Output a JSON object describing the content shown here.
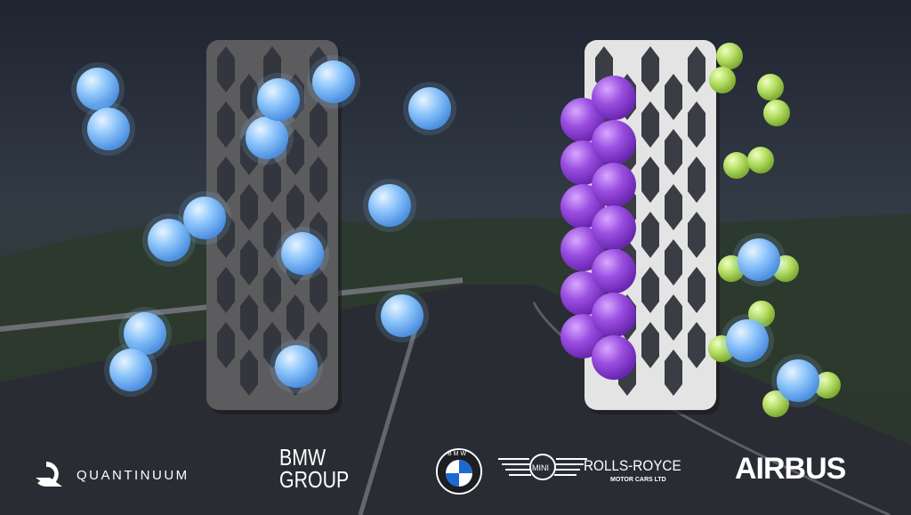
{
  "colors": {
    "sky": "#2b3340",
    "road": "#2a2c33",
    "blue_sphere": "#8ec6ff",
    "purple_sphere": "#9b4fe0",
    "green_sphere": "#b7e06a",
    "left_plate": "#5a5a5c",
    "right_plate": "#e6e6e6"
  },
  "logos": {
    "quantinuum": "QUANTINUUM",
    "bmw_group": "BMW GROUP",
    "bmw_roundel": "BMW",
    "mini": "MINI",
    "rolls_royce": "ROLLS-ROYCE",
    "rolls_royce_sub": "MOTOR CARS LTD",
    "airbus": "AIRBUS"
  }
}
